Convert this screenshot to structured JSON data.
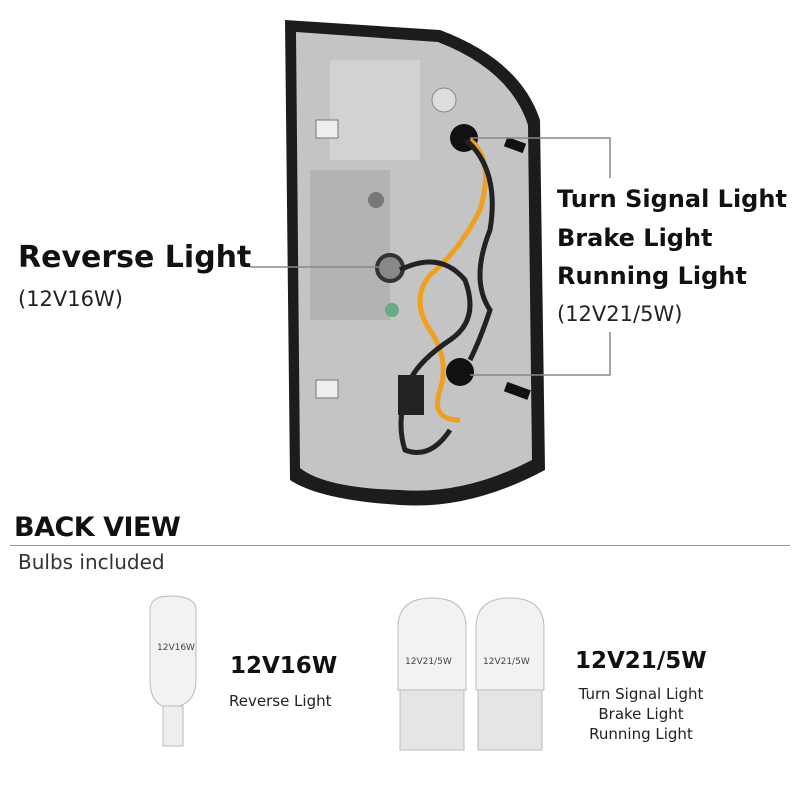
{
  "callouts": {
    "reverse": {
      "title": "Reverse Light",
      "spec": "(12V16W)"
    },
    "combo": {
      "lines": [
        "Turn Signal Light",
        "Brake Light",
        "Running Light"
      ],
      "spec": "(12V21/5W)"
    }
  },
  "section": {
    "title": "BACK VIEW",
    "subtitle": "Bulbs included"
  },
  "bulbs": [
    {
      "print": "12V16W",
      "spec": "12V16W",
      "uses": [
        "Reverse Light"
      ]
    },
    {
      "print": "12V21/5W",
      "spec": "12V21/5W",
      "uses": [
        "Turn Signal Light",
        "Brake Light",
        "Running Light"
      ]
    }
  ],
  "colors": {
    "housing": "#b9b9b9",
    "frame": "#1a1a1a",
    "wire": "#222222",
    "wire_accent": "#f0a020"
  }
}
